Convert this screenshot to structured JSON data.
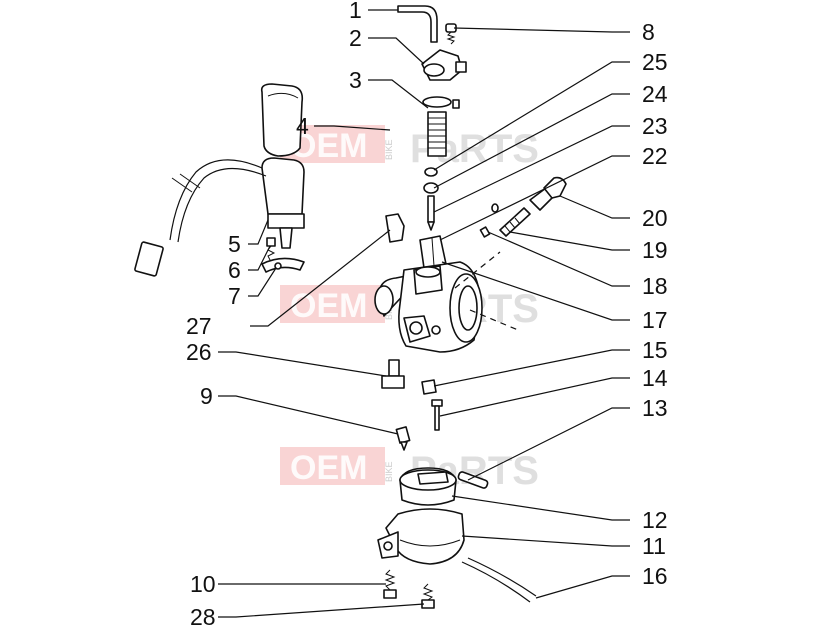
{
  "watermark": {
    "brand": "OEM",
    "small": "BIKE",
    "suffix": "PaRTS"
  },
  "labels": {
    "p1": "1",
    "p2": "2",
    "p3": "3",
    "p4": "4",
    "p5": "5",
    "p6": "6",
    "p7": "7",
    "p8": "8",
    "p9": "9",
    "p10": "10",
    "p11": "11",
    "p12": "12",
    "p13": "13",
    "p14": "14",
    "p15": "15",
    "p16": "16",
    "p17": "17",
    "p18": "18",
    "p19": "19",
    "p20": "20",
    "p22": "22",
    "p23": "23",
    "p24": "24",
    "p25": "25",
    "p26": "26",
    "p27": "27",
    "p28": "28"
  }
}
